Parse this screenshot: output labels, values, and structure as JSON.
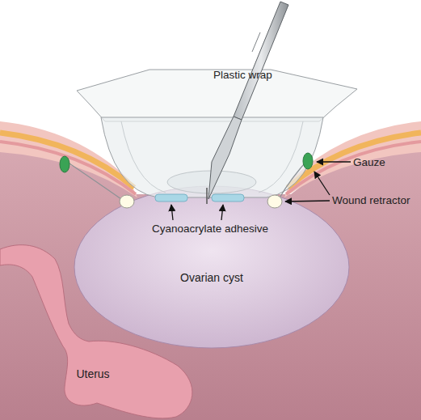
{
  "diagram": {
    "nodes": [
      {
        "text": [
          "Ovarian cyst"
        ]
      },
      {
        "text": [
          "Uterus"
        ]
      }
    ],
    "labels": [
      "Plastic wrap",
      "Gauze",
      "Wound retractor",
      "Cyanoacrylate adhesive"
    ]
  }
}
